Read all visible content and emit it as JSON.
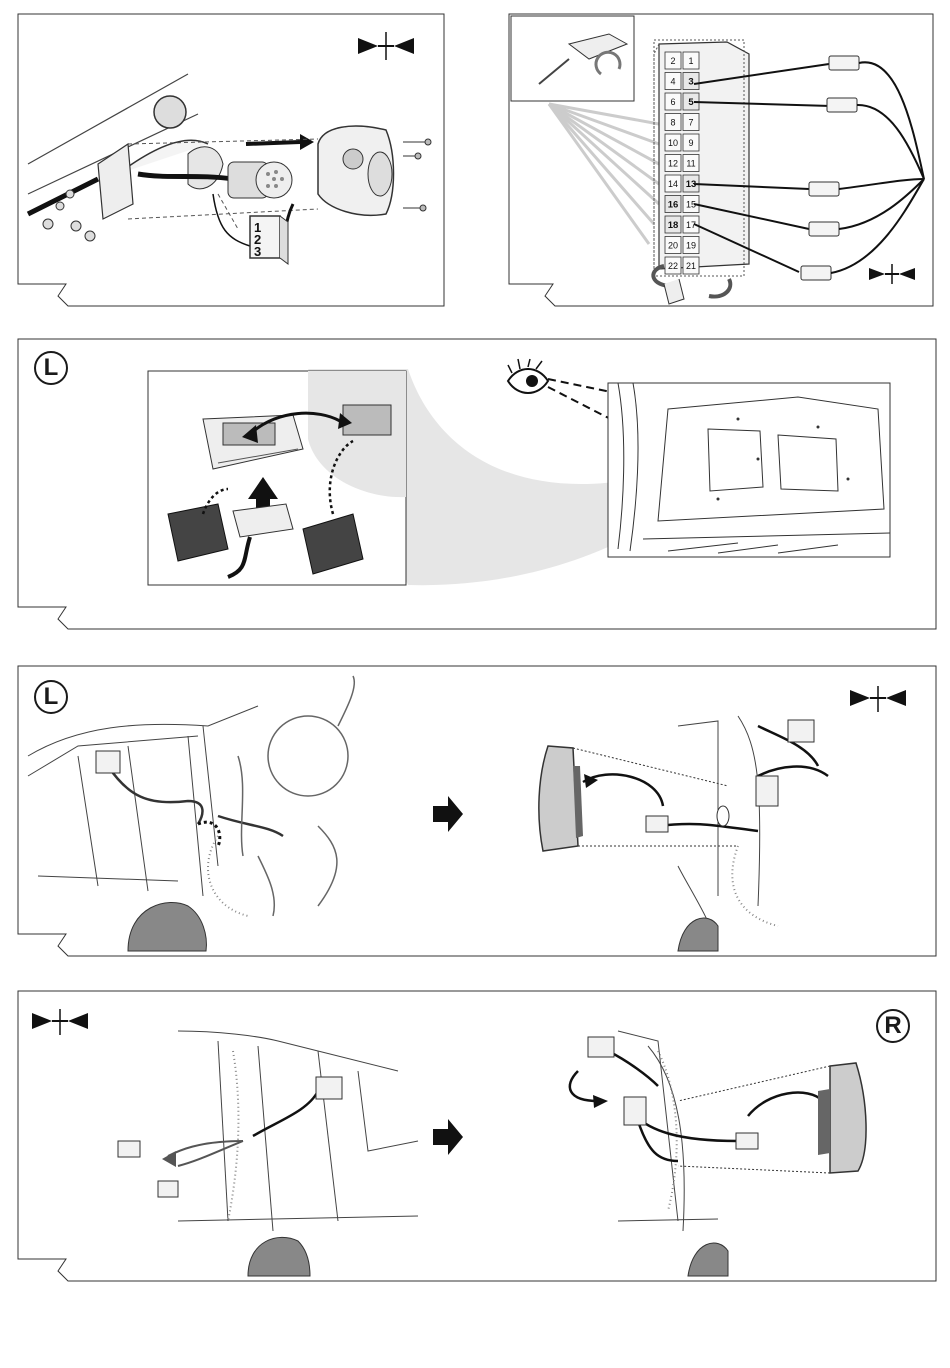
{
  "panel2": {
    "pins": [
      {
        "label": "2"
      },
      {
        "label": "1"
      },
      {
        "label": "4"
      },
      {
        "label": "3"
      },
      {
        "label": "6"
      },
      {
        "label": "5"
      },
      {
        "label": "8"
      },
      {
        "label": "7"
      },
      {
        "label": "10"
      },
      {
        "label": "9"
      },
      {
        "label": "12"
      },
      {
        "label": "11"
      },
      {
        "label": "14"
      },
      {
        "label": "13"
      },
      {
        "label": "16"
      },
      {
        "label": "15"
      },
      {
        "label": "18"
      },
      {
        "label": "17"
      },
      {
        "label": "20"
      },
      {
        "label": "19"
      },
      {
        "label": "22"
      },
      {
        "label": "21"
      }
    ]
  },
  "panel1": {
    "socket_numbers": [
      "1",
      "2",
      "3"
    ]
  },
  "panel3": {
    "side_badge": "L"
  },
  "panel4": {
    "side_badge": "L"
  },
  "panel5": {
    "side_badge": "R"
  },
  "colors": {
    "line": "#1a1a1a",
    "grey": "#9a9a9a",
    "lightgrey": "#d8d8d8"
  }
}
